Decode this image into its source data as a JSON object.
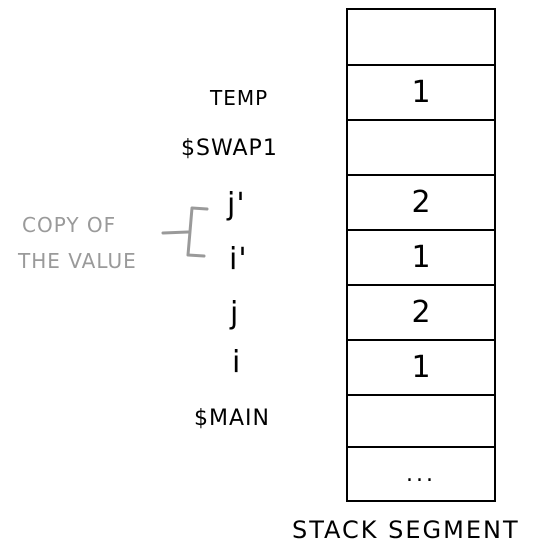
{
  "diagram": {
    "stack_cells": [
      {
        "value": ""
      },
      {
        "value": "1"
      },
      {
        "value": ""
      },
      {
        "value": "2"
      },
      {
        "value": "1"
      },
      {
        "value": "2"
      },
      {
        "value": "1"
      },
      {
        "value": ""
      },
      {
        "value": "..."
      }
    ],
    "labels": {
      "temp": "TEMP",
      "swap_frame": "$SWAP1",
      "j_prime": "j'",
      "i_prime": "i'",
      "j": "j",
      "i": "i",
      "main_frame": "$MAIN"
    },
    "annotation": {
      "line1": "COPY OF",
      "line2": "THE VALUE",
      "color": "#9a9a9a"
    },
    "caption": "STACK SEGMENT"
  }
}
